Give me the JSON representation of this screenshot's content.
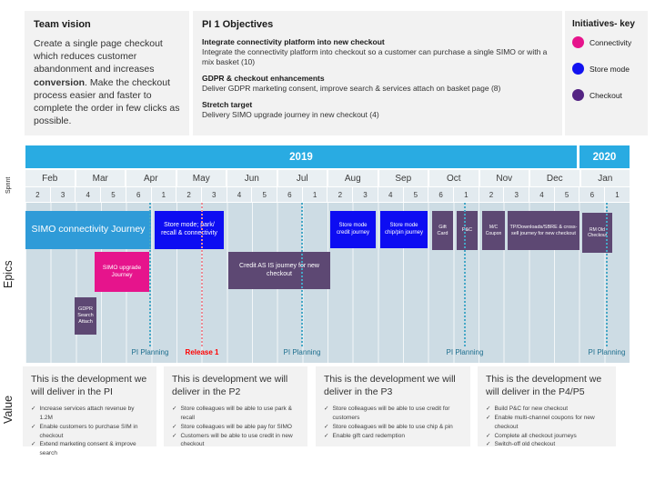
{
  "team_vision": {
    "title": "Team vision",
    "body_pre": "Create a single page checkout which reduces customer abandonment and increases ",
    "body_bold": "conversion",
    "body_post": ". Make the checkout process easier and faster to complete the order in few clicks as possible."
  },
  "objectives": {
    "title": "PI 1 Objectives",
    "items": [
      {
        "heading": "Integrate connectivity platform into new checkout",
        "detail": "Integrate the connectivity platform into checkout so a customer can purchase a single SIMO or with a mix basket (10)"
      },
      {
        "heading": "GDPR & checkout enhancements",
        "detail": "Deliver GDPR marketing consent, improve search & services attach on basket page (8)"
      },
      {
        "heading": "Stretch target",
        "detail": "Delivery SIMO upgrade journey in new checkout (4)"
      }
    ]
  },
  "initiatives_key": {
    "title": "Initiatives- key",
    "items": [
      {
        "label": "Connectivity",
        "color": "#E6148C"
      },
      {
        "label": "Store mode",
        "color": "#1212F0"
      },
      {
        "label": "Checkout",
        "color": "#542483"
      }
    ]
  },
  "timeline": {
    "years": [
      {
        "label": "2019"
      },
      {
        "label": "2020"
      }
    ],
    "months": [
      "Feb",
      "Mar",
      "Apr",
      "May",
      "Jun",
      "Jul",
      "Aug",
      "Sep",
      "Oct",
      "Nov",
      "Dec",
      "Jan"
    ],
    "sprints": [
      "2",
      "3",
      "4",
      "5",
      "6",
      "1",
      "2",
      "3",
      "4",
      "5",
      "6",
      "1",
      "2",
      "3",
      "4",
      "5",
      "6",
      "1",
      "2",
      "3",
      "4",
      "5",
      "6",
      "1"
    ],
    "axis_labels": {
      "sprint": "Sprint",
      "epics": "Epics",
      "value": "Value"
    },
    "epics": [
      {
        "label": "SIMO connectivity Journey",
        "category": "connectivity-light"
      },
      {
        "label": "Store mode; park/ recall & connectivity",
        "category": "store-mode"
      },
      {
        "label": "SIMO upgrade Journey",
        "category": "connectivity"
      },
      {
        "label": "GDPR Search Attach",
        "category": "checkout"
      },
      {
        "label": "Credit AS IS journey for new checkout",
        "category": "checkout"
      },
      {
        "label": "Store mode credit journey",
        "category": "store-mode"
      },
      {
        "label": "Store mode chip/pin journey",
        "category": "store-mode"
      },
      {
        "label": "Gift Card",
        "category": "checkout"
      },
      {
        "label": "P&C",
        "category": "checkout"
      },
      {
        "label": "M/C Coupon",
        "category": "checkout"
      },
      {
        "label": "TP/Downloads/SBRE & cross-sell journey for new checkout",
        "category": "checkout"
      },
      {
        "label": "RM Old Checkout",
        "category": "checkout"
      }
    ],
    "milestones": [
      {
        "label": "PI Planning",
        "type": "pi-planning"
      },
      {
        "label": "Release 1",
        "type": "release"
      },
      {
        "label": "PI Planning",
        "type": "pi-planning"
      },
      {
        "label": "PI Planning",
        "type": "pi-planning"
      },
      {
        "label": "PI Planning",
        "type": "pi-planning"
      }
    ]
  },
  "value_boxes": [
    {
      "title": "This is the development we will deliver in the PI",
      "bullets": [
        "Increase services attach revenue by 1.2M",
        "Enable customers to purchase SIM in checkout",
        "Extend marketing consent & improve search"
      ]
    },
    {
      "title": "This is development we will deliver in the P2",
      "bullets": [
        "Store colleagues will be able to use park & recall",
        "Store colleagues will be able pay for SIMO",
        "Customers will be able to use credit in new checkout"
      ]
    },
    {
      "title": "This is the development we will deliver in the P3",
      "bullets": [
        "Store colleagues will be able to use credit for customers",
        "Store colleagues will be able to use chip & pin",
        "Enable gift card redemption"
      ]
    },
    {
      "title": "This is the development we will deliver in the P4/P5",
      "bullets": [
        "Build P&C for new checkout",
        "Enable multi-channel coupons for new checkout",
        "Complete all checkout journeys",
        "Switch-off old checkout"
      ]
    }
  ],
  "icons": {
    "check": "✓"
  },
  "colors": {
    "year_bar": "#29ABE2",
    "connectivity": "#E6148C",
    "store_mode": "#1212F0",
    "checkout": "#5D4873",
    "epic_light_blue": "#2F9BD8",
    "pi_planning_label": "#20708F",
    "release_label": "#FF0000",
    "epic_area_bg": "#CDDCE4",
    "panel_bg": "#F2F2F2"
  }
}
